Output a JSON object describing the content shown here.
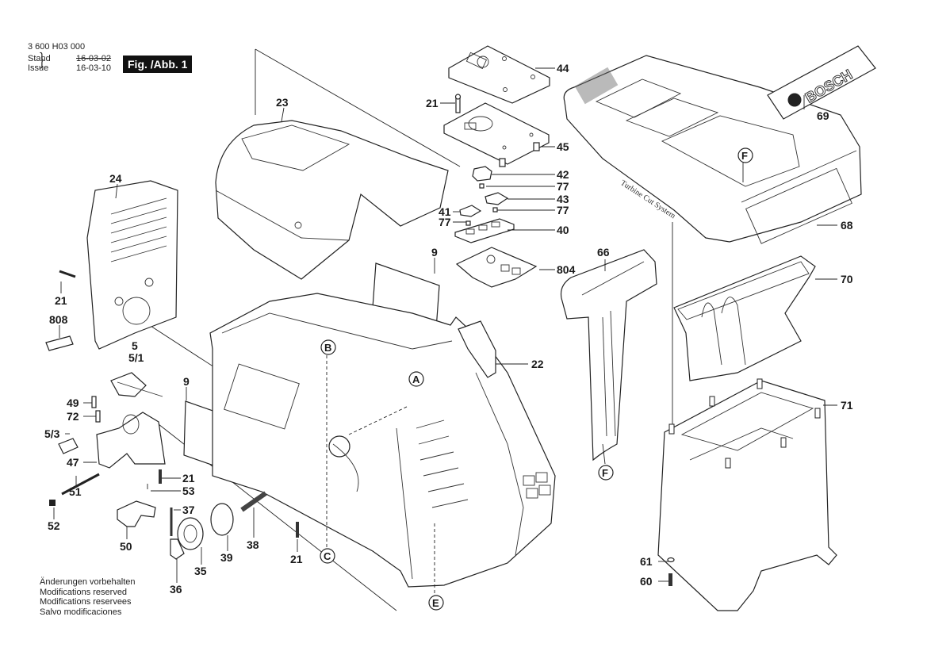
{
  "header": {
    "doc_number": "3 600 H03 000",
    "stand_label": "Stand",
    "issue_label": "Issue",
    "stand_date": "16-03-02",
    "issue_date": "16-03-10",
    "figure_label": "Fig. /Abb. 1"
  },
  "footer": {
    "notes": [
      "Änderungen vorbehalten",
      "Modifications reserved",
      "Modifications reservees",
      "Salvo modificaciones"
    ]
  },
  "branding": {
    "logo_text": "BOSCH",
    "housing_imprint": "Turbine Cut System"
  },
  "parts": [
    {
      "id": "p44",
      "label": "44"
    },
    {
      "id": "p21a",
      "label": "21"
    },
    {
      "id": "p45",
      "label": "45"
    },
    {
      "id": "p42",
      "label": "42"
    },
    {
      "id": "p77a",
      "label": "77"
    },
    {
      "id": "p43",
      "label": "43"
    },
    {
      "id": "p77b",
      "label": "77"
    },
    {
      "id": "p41",
      "label": "41"
    },
    {
      "id": "p77c",
      "label": "77"
    },
    {
      "id": "p40",
      "label": "40"
    },
    {
      "id": "p804",
      "label": "804"
    },
    {
      "id": "p23",
      "label": "23"
    },
    {
      "id": "p24",
      "label": "24"
    },
    {
      "id": "p21b",
      "label": "21"
    },
    {
      "id": "p808",
      "label": "808"
    },
    {
      "id": "p5",
      "label": "5"
    },
    {
      "id": "p5_1",
      "label": "5/1"
    },
    {
      "id": "p9a",
      "label": "9"
    },
    {
      "id": "p9b",
      "label": "9"
    },
    {
      "id": "p49",
      "label": "49"
    },
    {
      "id": "p72",
      "label": "72"
    },
    {
      "id": "p5_3",
      "label": "5/3"
    },
    {
      "id": "p47",
      "label": "47"
    },
    {
      "id": "p21c",
      "label": "21"
    },
    {
      "id": "p53",
      "label": "53"
    },
    {
      "id": "p37",
      "label": "37"
    },
    {
      "id": "p51",
      "label": "51"
    },
    {
      "id": "p52",
      "label": "52"
    },
    {
      "id": "p50",
      "label": "50"
    },
    {
      "id": "p36",
      "label": "36"
    },
    {
      "id": "p35",
      "label": "35"
    },
    {
      "id": "p39",
      "label": "39"
    },
    {
      "id": "p38",
      "label": "38"
    },
    {
      "id": "p21d",
      "label": "21"
    },
    {
      "id": "p22",
      "label": "22"
    },
    {
      "id": "p66",
      "label": "66"
    },
    {
      "id": "p69",
      "label": "69"
    },
    {
      "id": "p68",
      "label": "68"
    },
    {
      "id": "p70",
      "label": "70"
    },
    {
      "id": "p71",
      "label": "71"
    },
    {
      "id": "p61",
      "label": "61"
    },
    {
      "id": "p60",
      "label": "60"
    }
  ],
  "references": [
    {
      "id": "refA",
      "letter": "A"
    },
    {
      "id": "refB",
      "letter": "B"
    },
    {
      "id": "refC",
      "letter": "C"
    },
    {
      "id": "refE",
      "letter": "E"
    },
    {
      "id": "refF1",
      "letter": "F"
    },
    {
      "id": "refF2",
      "letter": "F"
    }
  ]
}
